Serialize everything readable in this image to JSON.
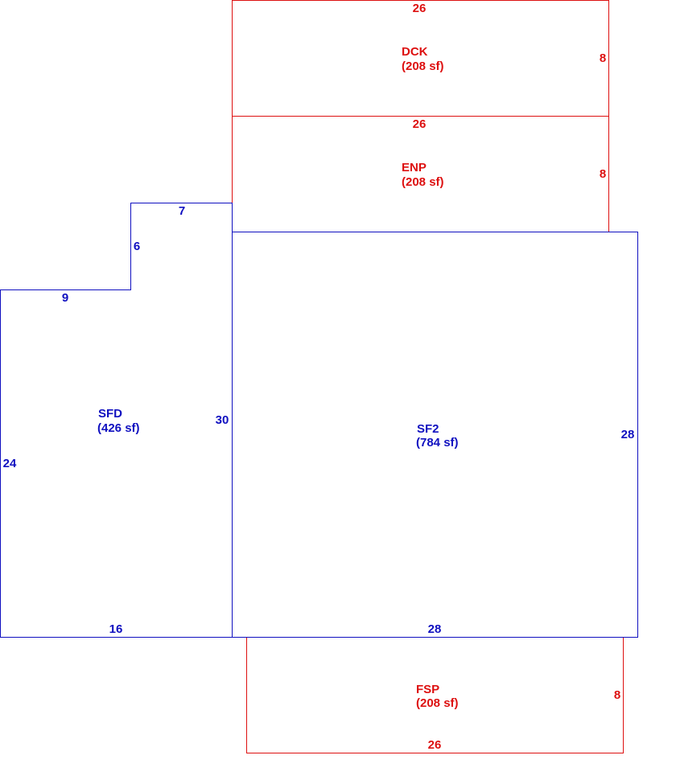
{
  "colors": {
    "living": "#1010c0",
    "exterior": "#dd1010",
    "background": "#ffffff"
  },
  "areas": {
    "dck": {
      "code": "DCK",
      "area": "(208 sf)",
      "dim_top": "26",
      "dim_side": "8"
    },
    "enp": {
      "code": "ENP",
      "area": "(208 sf)",
      "dim_top": "26",
      "dim_side": "8"
    },
    "sfd": {
      "code": "SFD",
      "area": "(426 sf)",
      "dim_top": "7",
      "dim_step_side": "6",
      "dim_step_top": "9",
      "dim_left": "24",
      "dim_right": "30",
      "dim_bottom": "16"
    },
    "sf2": {
      "code": "SF2",
      "area": "(784 sf)",
      "dim_right": "28",
      "dim_bottom": "28"
    },
    "fsp": {
      "code": "FSP",
      "area": "(208 sf)",
      "dim_side": "8",
      "dim_bottom": "26"
    }
  }
}
